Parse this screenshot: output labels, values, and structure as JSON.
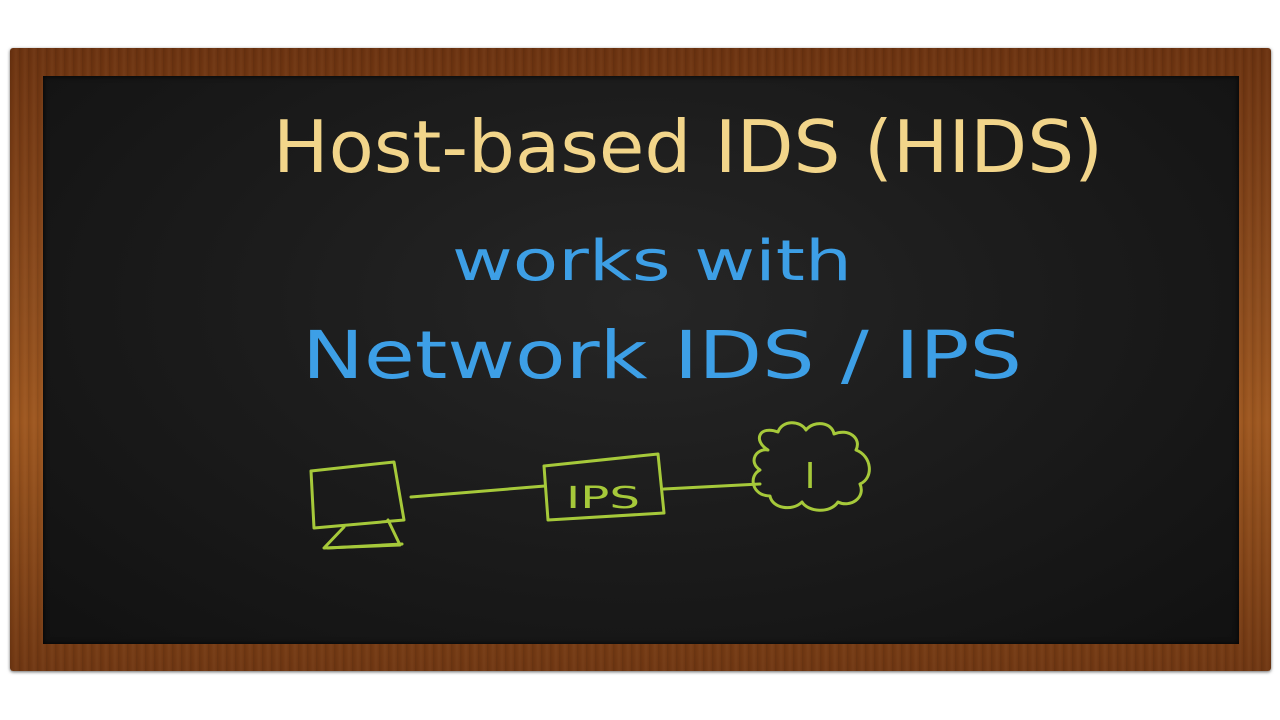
{
  "title": "Host-based IDS (HIDS)",
  "subtitle_line1": "works with",
  "subtitle_line2": "Network IDS / IPS",
  "diagram": {
    "ips_label": "IPS",
    "cloud_label": "I"
  },
  "colors": {
    "title": "#f2d58a",
    "subtitle": "#3d9fe6",
    "diagram": "#a6c93a",
    "board": "#1c1c1c",
    "frame": "#8a4a1c"
  }
}
